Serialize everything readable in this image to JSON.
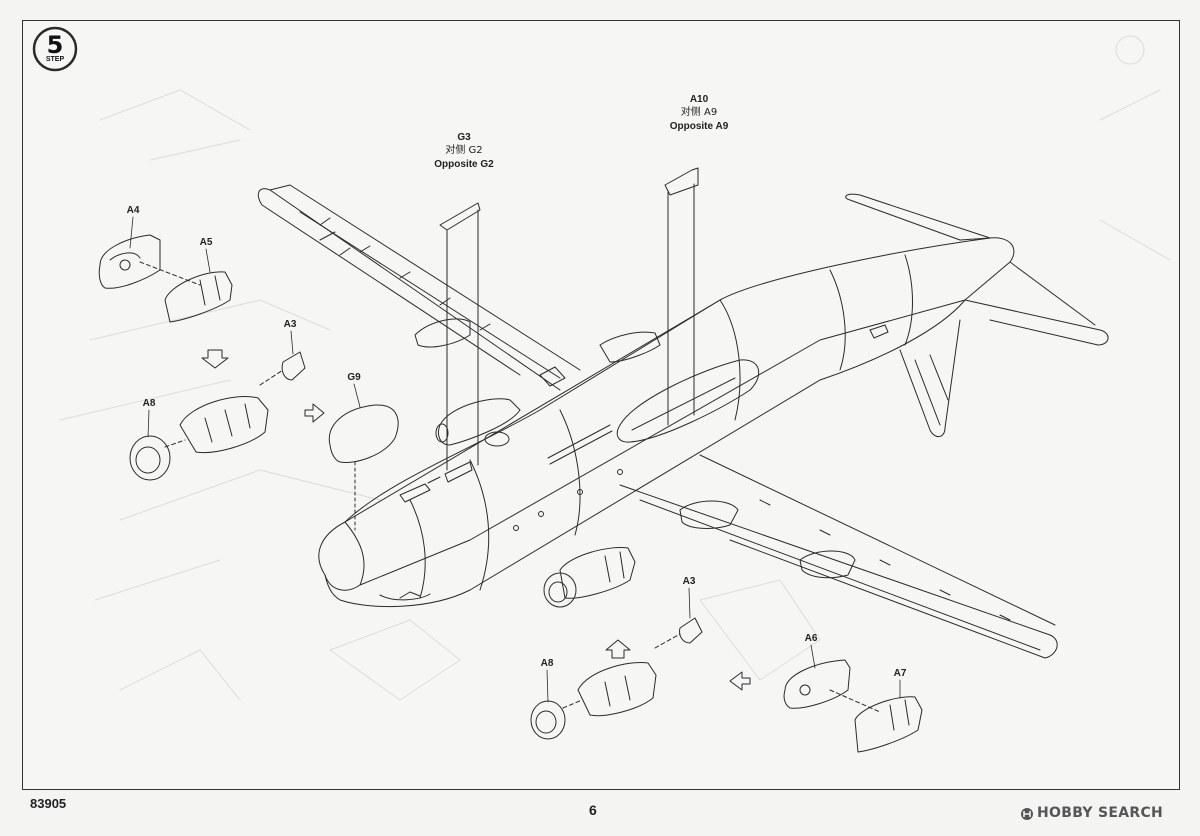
{
  "step": {
    "number": "5",
    "word": "STEP"
  },
  "parts": {
    "a4": "A4",
    "a5": "A5",
    "a3_left": "A3",
    "a8_left": "A8",
    "g9": "G9",
    "g3": [
      "G3",
      "对侧 G2",
      "Opposite G2"
    ],
    "a10": [
      "A10",
      "对侧 A9",
      "Opposite A9"
    ],
    "a3_right": "A3",
    "a8_right": "A8",
    "a6": "A6",
    "a7": "A7"
  },
  "footer": {
    "kit_number": "83905",
    "page_number": "6",
    "watermark": "HOBBY SEARCH"
  },
  "colors": {
    "line": "#2b2b2b",
    "paper": "#f6f6f4",
    "faint": "#d9d9d6"
  }
}
